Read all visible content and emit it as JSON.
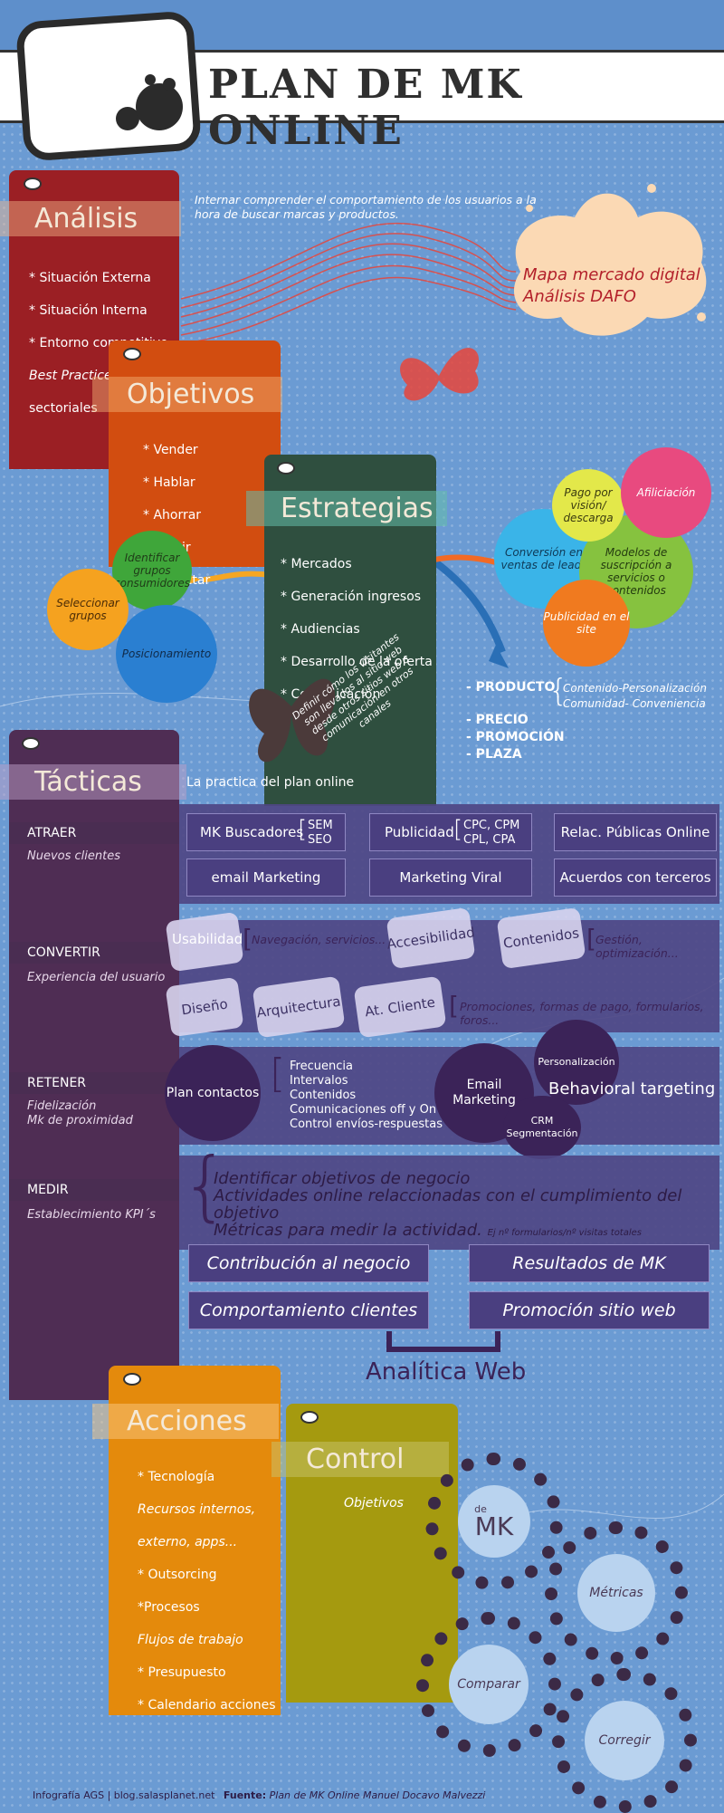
{
  "header": {
    "title": "PLAN DE MK ONLINE"
  },
  "analisis": {
    "title": "Análisis",
    "items": [
      "* Situación Externa",
      "* Situación Interna",
      "* Entorno competitivo"
    ],
    "best": "Best Practices",
    "best_suffix": "sectoriales",
    "note": "Internar comprender el comportamiento de los usuarios a la hora de buscar marcas y productos.",
    "splash_line1": "Mapa mercado digital",
    "splash_line2": "Análisis DAFO"
  },
  "objetivos": {
    "title": "Objetivos",
    "items": [
      "* Vender",
      "* Hablar",
      "* Ahorrar",
      "* Servir",
      "* Impactar"
    ]
  },
  "estrategias": {
    "title": "Estrategias",
    "items": [
      "* Mercados",
      "* Generación ingresos",
      "* Audiencias",
      "* Desarrollo de la oferta",
      "* Comunicación"
    ],
    "butterfly_note": "Definir cómo los visitantes son llevados al sitio web desde otros sitios web o comunicación en otros canales",
    "circles_left": [
      "Identificar grupos consumidores",
      "Seleccionar grupos",
      "Posicionamiento"
    ],
    "circles_right": [
      "Pago por visión/ descarga",
      "Afiliciación",
      "Conversión en ventas de leads",
      "Modelos de suscripción a servicios o contenidos",
      "Publicidad en el site"
    ],
    "mix": {
      "producto": "- PRODUCTO",
      "producto_a": "Contenido-Personalización",
      "producto_b": "Comunidad- Conveniencia",
      "precio": "- PRECIO",
      "promocion": "- PROMOCIÓN",
      "plaza": "- PLAZA"
    }
  },
  "tacticas": {
    "title": "Tácticas",
    "subtitle": "La practica del plan online",
    "atraer": {
      "label": "ATRAER",
      "sub": "Nuevos clientes",
      "mk_buscadores": "MK Buscadores",
      "sem": "SEM",
      "seo": "SEO",
      "publicidad": "Publicidad",
      "cpc": "CPC, CPM",
      "cpl": "CPL, CPA",
      "relac": "Relac. Públicas Online",
      "email": "email Marketing",
      "viral": "Marketing Viral",
      "acuerdos": "Acuerdos con terceros"
    },
    "convertir": {
      "label": "CONVERTIR",
      "sub": "Experiencia del usuario",
      "usabilidad": "Usabilidad",
      "usab_note": "Navegación, servicios...",
      "accesibilidad": "Accesibilidad",
      "contenidos": "Contenidos",
      "cont_note": "Gestión, optimización...",
      "diseno": "Diseño",
      "arquitectura": "Arquitectura",
      "atcliente": "At. Cliente",
      "promo_note": "Promociones, formas de pago, formularios, foros..."
    },
    "retener": {
      "label": "RETENER",
      "sub1": "Fidelización",
      "sub2": "Mk de proximidad",
      "plan": "Plan contactos",
      "plan_list": [
        "Frecuencia",
        "Intervalos",
        "Contenidos",
        "Comunicaciones off y On",
        "Control envíos-respuestas"
      ],
      "email": "Email Marketing",
      "personalizacion": "Personalización",
      "crm": "CRM Segmentación",
      "behavioral": "Behavioral targeting"
    },
    "medir": {
      "label": "MEDIR",
      "sub": "Establecimiento KPI´s",
      "line1": "Identificar objetivos de negocio",
      "line2": "Actividades online relaccionadas con el cumplimiento del objetivo",
      "line3": "Métricas para medir la actividad.",
      "line3_note": "Ej nº formularios/nº visitas totales",
      "boxes": [
        "Contribución al negocio",
        "Resultados de MK",
        "Comportamiento clientes",
        "Promoción sitio web"
      ],
      "analitica": "Analítica Web"
    }
  },
  "acciones": {
    "title": "Acciones",
    "lines": [
      "* Tecnología",
      "Recursos internos,",
      "externo, apps...",
      "* Outsorcing",
      "*Procesos",
      "Flujos de trabajo",
      "* Presupuesto",
      "* Calendario acciones"
    ]
  },
  "control": {
    "title": "Control",
    "objetivos": "Objetivos",
    "de": "de",
    "mk": "MK",
    "metricas": "Métricas",
    "comparar": "Comparar",
    "corregir": "Corregir"
  },
  "footer": {
    "credit": "Infografía AGS | blog.salasplanet.net",
    "fuente_label": "Fuente:",
    "fuente": "Plan de MK Online Manuel Docavo Malvezzi"
  },
  "colors": {
    "background": "#6b9bd3",
    "analisis": "#9b1f24",
    "objetivos": "#d24d10",
    "estrategias": "#2f4f3f",
    "tacticas": "#4f2d54",
    "acciones": "#e48a0c",
    "control": "#a59a0f"
  }
}
